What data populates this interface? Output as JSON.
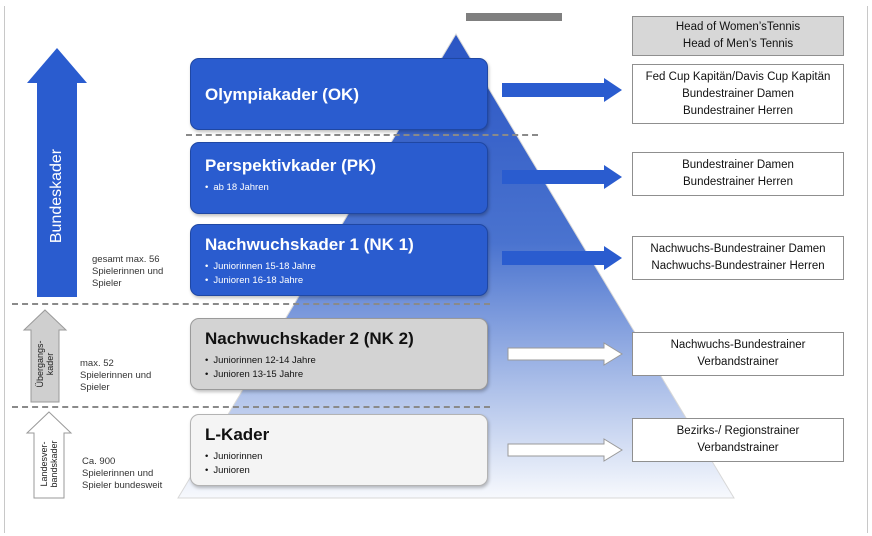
{
  "colors": {
    "blue": "#2a5ccf",
    "grey": "#d3d3d3",
    "light": "#f4f4f4",
    "arrow_outline": "#9a9a9a"
  },
  "levels": [
    {
      "title": "Olympiakader (OK)",
      "bullets": [],
      "style": "blue",
      "arrow": "filled"
    },
    {
      "title": "Perspektivkader (PK)",
      "bullets": [
        "ab 18 Jahren"
      ],
      "style": "blue",
      "arrow": "filled"
    },
    {
      "title": "Nachwuchskader 1 (NK 1)",
      "bullets": [
        "Juniorinnen 15-18 Jahre",
        "Junioren 16-18 Jahre"
      ],
      "style": "blue",
      "arrow": "filled"
    },
    {
      "title": "Nachwuchskader 2 (NK 2)",
      "bullets": [
        "Juniorinnen 12-14 Jahre",
        "Junioren 13-15 Jahre"
      ],
      "style": "grey",
      "arrow": "outline"
    },
    {
      "title": "L-Kader",
      "bullets": [
        "Juniorinnen",
        "Junioren"
      ],
      "style": "light",
      "arrow": "outline"
    }
  ],
  "trainers": {
    "head": [
      "Head of Women’sTennis",
      "Head of Men’s Tennis"
    ],
    "ok": [
      "Fed Cup Kapitän/Davis Cup Kapitän",
      "Bundestrainer Damen",
      "Bundestrainer Herren"
    ],
    "pk": [
      "Bundestrainer Damen",
      "Bundestrainer Herren"
    ],
    "nk1": [
      "Nachwuchs-Bundestrainer Damen",
      "Nachwuchs-Bundestrainer Herren"
    ],
    "nk2": [
      "Nachwuchs-Bundestrainer",
      "Verbandstrainer"
    ],
    "l": [
      "Bezirks-/ Regionstrainer",
      "Verbandstrainer"
    ]
  },
  "left": {
    "bundes": {
      "label": "Bundeskader",
      "note": [
        "gesamt max. 56",
        "Spielerinnen und",
        "Spieler"
      ]
    },
    "uebergang": {
      "label": [
        "Übergangs-",
        "kader"
      ],
      "note": [
        "max. 52",
        "Spielerinnen und",
        "Spieler"
      ]
    },
    "landes": {
      "label": [
        "Landesver-",
        "bandskader"
      ],
      "note": [
        "Ca. 900",
        "Spielerinnen und",
        "Spieler bundesweit"
      ]
    }
  }
}
